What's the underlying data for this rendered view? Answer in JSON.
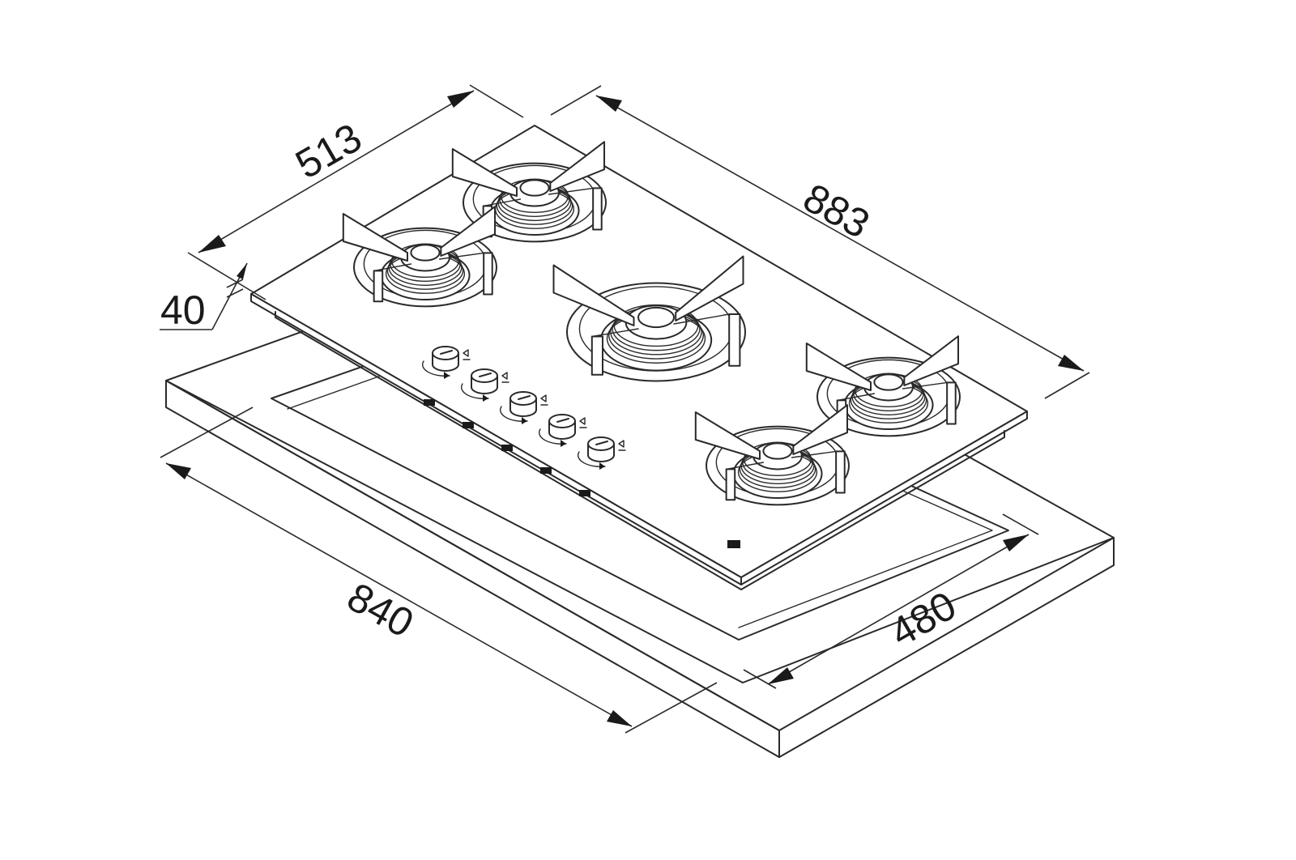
{
  "dimensions": {
    "depth_top": "513",
    "width_top": "883",
    "height": "40",
    "cutout_width": "840",
    "cutout_depth": "480"
  },
  "drawing": {
    "burners": [
      "rear-left",
      "front-left",
      "center-wok",
      "rear-right",
      "front-right"
    ],
    "knob_count": 5
  }
}
